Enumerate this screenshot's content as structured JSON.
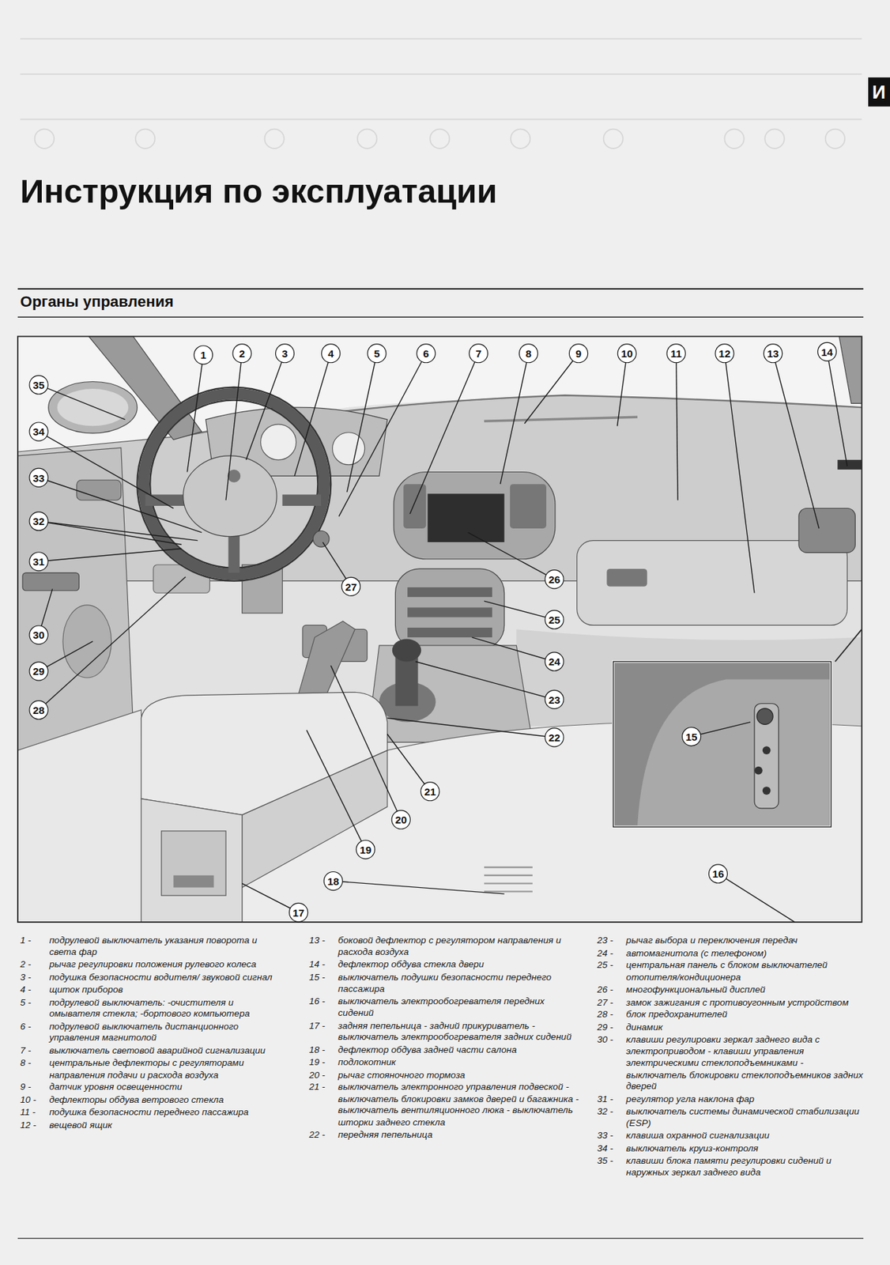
{
  "diagram": {
    "title": "Инструкция по эксплуатации",
    "nodes": [
      {
        "text": [
          "1"
        ]
      },
      {
        "text": [
          "2"
        ]
      },
      {
        "text": [
          "3"
        ]
      },
      {
        "text": [
          "4"
        ]
      },
      {
        "text": [
          "5"
        ]
      },
      {
        "text": [
          "6"
        ]
      },
      {
        "text": [
          "7"
        ]
      },
      {
        "text": [
          "8"
        ]
      },
      {
        "text": [
          "9"
        ]
      },
      {
        "text": [
          "10"
        ]
      },
      {
        "text": [
          "11"
        ]
      },
      {
        "text": [
          "12"
        ]
      },
      {
        "text": [
          "13"
        ]
      },
      {
        "text": [
          "14"
        ]
      },
      {
        "text": [
          "15"
        ]
      },
      {
        "text": [
          "16"
        ]
      },
      {
        "text": [
          "17"
        ]
      },
      {
        "text": [
          "18"
        ]
      },
      {
        "text": [
          "19"
        ]
      },
      {
        "text": [
          "20"
        ]
      },
      {
        "text": [
          "21"
        ]
      },
      {
        "text": [
          "22"
        ]
      },
      {
        "text": [
          "23"
        ]
      },
      {
        "text": [
          "24"
        ]
      },
      {
        "text": [
          "25"
        ]
      },
      {
        "text": [
          "26"
        ]
      },
      {
        "text": [
          "27"
        ]
      },
      {
        "text": [
          "28"
        ]
      },
      {
        "text": [
          "29"
        ]
      },
      {
        "text": [
          "30"
        ]
      },
      {
        "text": [
          "31"
        ]
      },
      {
        "text": [
          "32"
        ]
      },
      {
        "text": [
          "33"
        ]
      },
      {
        "text": [
          "34"
        ]
      },
      {
        "text": [
          "35"
        ]
      }
    ],
    "labels": [
      "Органы управления",
      "И",
      "1 -",
      "подрулевой выключатель указания поворота и света фар",
      "2 -",
      "рычаг регулировки положения рулевого колеса",
      "3 -",
      "подушка безопасности водителя/ звуковой сигнал",
      "4 -",
      "щиток приборов",
      "5 -",
      "подрулевой выключатель: -очистителя и омывателя стекла; -бортового компьютера",
      "6 -",
      "подрулевой выключатель дистанционного управления магнитолой",
      "7 -",
      "выключатель световой аварийной сигнализации",
      "8 -",
      "центральные дефлекторы с регуляторами направления подачи и расхода воздуха",
      "9 -",
      "датчик уровня освещенности",
      "10 -",
      "дефлекторы обдува ветрового стекла",
      "11 -",
      "подушка безопасности переднего пассажира",
      "12 -",
      "вещевой ящик",
      "13 -",
      "боковой дефлектор с регулятором направления и расхода воздуха",
      "14 -",
      "дефлектор обдува стекла двери",
      "15 -",
      "выключатель подушки безопасности переднего пассажира",
      "16 -",
      "выключатель электрообогревателя передних сидений",
      "17 -",
      "задняя пепельница - задний прикуриватель - выключатель электрообогревателя задних сидений",
      "18 -",
      "дефлектор обдува задней части салона",
      "19 -",
      "подлокотник",
      "20 -",
      "рычаг стояночного тормоза",
      "21 -",
      "выключатель электронного управления подвеской - выключатель блокировки замков дверей и багажника - выключатель вентиляционного люка - выключатель шторки заднего стекла",
      "22 -",
      "передняя пепельница",
      "23 -",
      "рычаг выбора и переключения передач",
      "24 -",
      "автомагнитола (с телефоном)",
      "25 -",
      "центральная панель с блоком выключателей отопителя/кондиционера",
      "26 -",
      "многофункциональный дисплей",
      "27 -",
      "замок зажигания с противоугонным устройством",
      "28 -",
      "блок предохранителей",
      "29 -",
      "динамик",
      "30 -",
      "клавиши регулировки зеркал заднего вида с электроприводом - клавиши управления электрическими стеклоподъемниками - выключатель блокировки стеклоподъемников задних дверей",
      "31 -",
      "регулятор угла наклона фар",
      "32 -",
      "выключатель системы динамической стабилизации (ESP)",
      "33 -",
      "клавиша охранной сигнализации",
      "34 -",
      "выключатель круиз-контроля",
      "35 -",
      "клавиши блока памяти регулировки сидений и наружных зеркал заднего вида"
    ]
  }
}
